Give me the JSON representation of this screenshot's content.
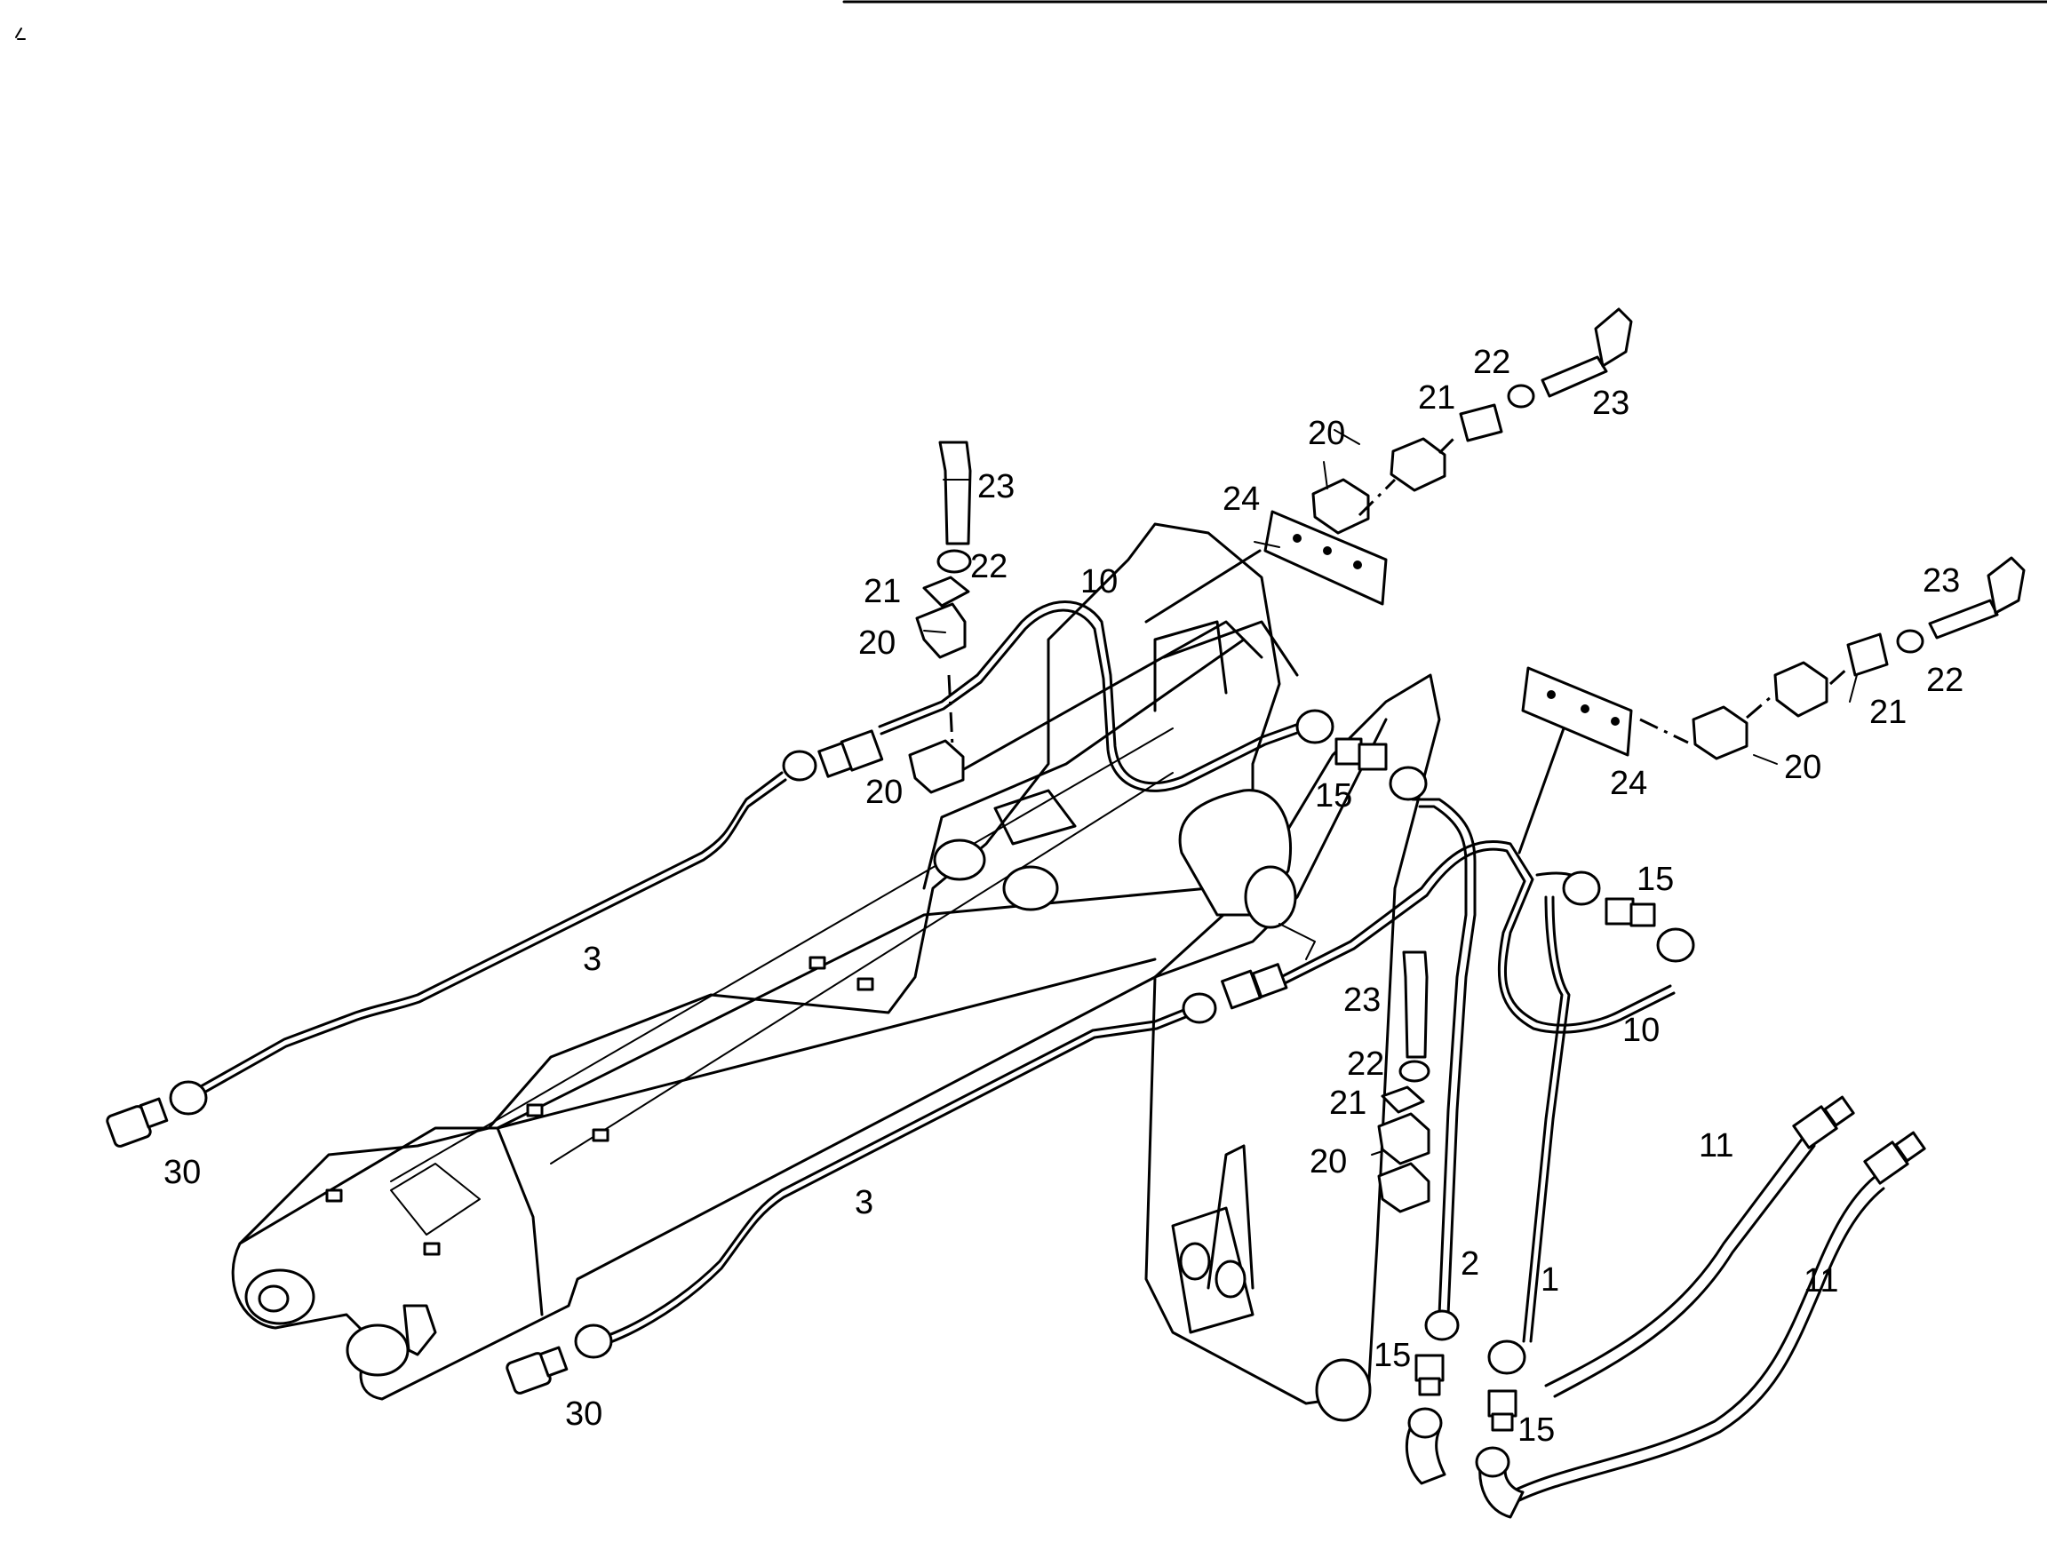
{
  "diagram": {
    "callouts": {
      "c1": "1",
      "c2": "2",
      "c3a": "3",
      "c3b": "3",
      "c10a": "10",
      "c10b": "10",
      "c11a": "11",
      "c11b": "11",
      "c15a": "15",
      "c15b": "15",
      "c15c": "15",
      "c15d": "15",
      "c20a": "20",
      "c20b": "20",
      "c20c": "20",
      "c20d": "20",
      "c20e": "20",
      "c21a": "21",
      "c21b": "21",
      "c21c": "21",
      "c21d": "21",
      "c22a": "22",
      "c22b": "22",
      "c22c": "22",
      "c22d": "22",
      "c23a": "23",
      "c23b": "23",
      "c23c": "23",
      "c23d": "23",
      "c24a": "24",
      "c24b": "24",
      "c30a": "30",
      "c30b": "30"
    }
  }
}
